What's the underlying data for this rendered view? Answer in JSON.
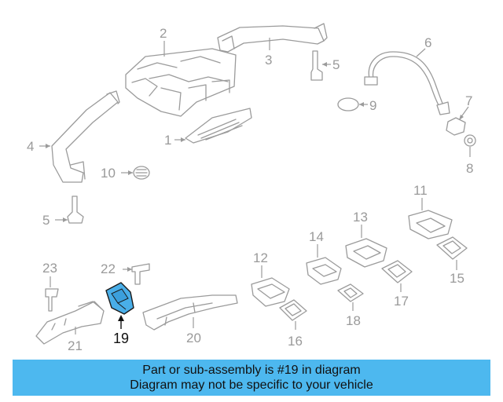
{
  "highlight_color": "#4db8ef",
  "highlight_part_fill": "#49aee8",
  "banner": {
    "line1": "Part or sub-assembly is #19 in diagram",
    "line2": "Diagram may not be specific to your vehicle"
  },
  "callouts": {
    "c1": "1",
    "c2": "2",
    "c3": "3",
    "c4": "4",
    "c5a": "5",
    "c5b": "5",
    "c6": "6",
    "c7": "7",
    "c8": "8",
    "c9": "9",
    "c10": "10",
    "c11": "11",
    "c12": "12",
    "c13": "13",
    "c14": "14",
    "c15": "15",
    "c16": "16",
    "c17": "17",
    "c18": "18",
    "c19": "19",
    "c20": "20",
    "c21": "21",
    "c22": "22",
    "c23": "23"
  }
}
